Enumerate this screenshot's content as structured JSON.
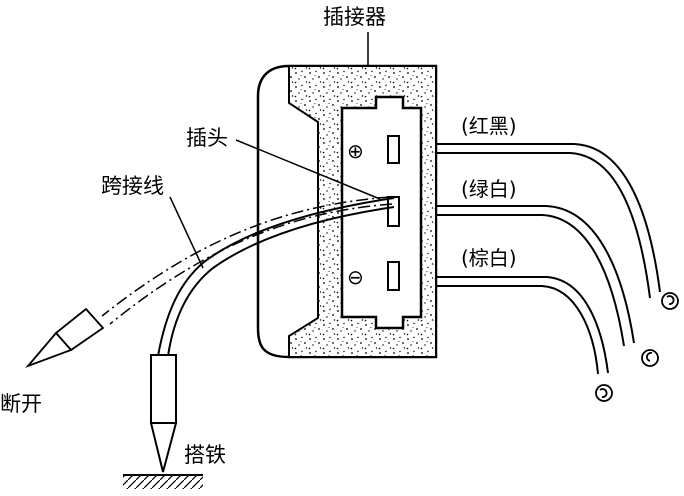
{
  "labels": {
    "connector": "插接器",
    "plug": "插头",
    "jumper": "跨接线",
    "disconnect": "断开",
    "ground": "搭铁"
  },
  "wires": [
    {
      "label": "(红黑)"
    },
    {
      "label": "(绿白)"
    },
    {
      "label": "(棕白)"
    }
  ],
  "symbols": {
    "positive": "⊕",
    "negative": "⊖"
  }
}
